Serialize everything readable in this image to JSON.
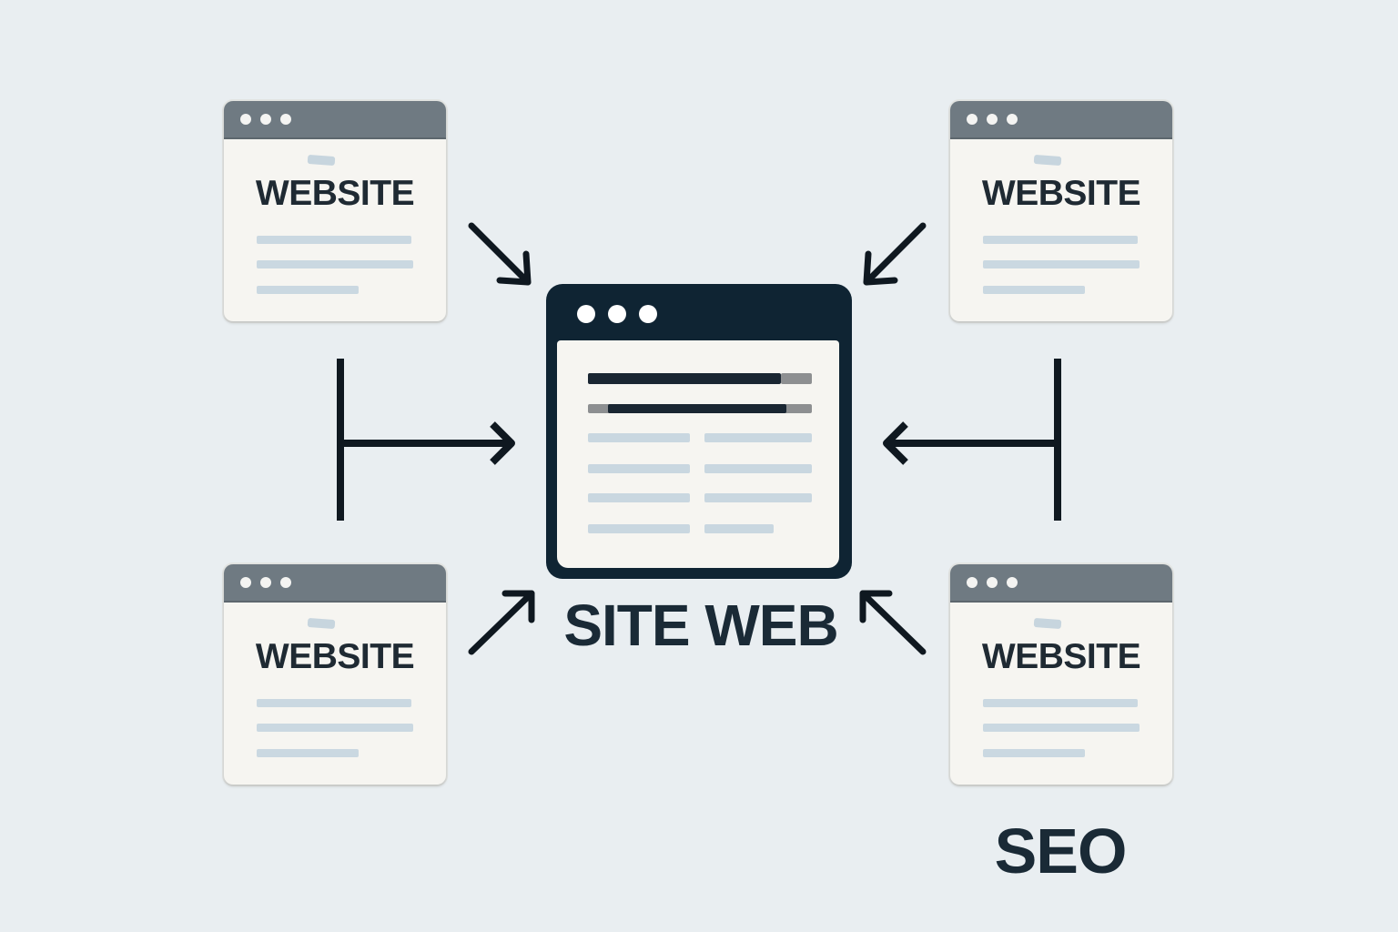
{
  "diagram": {
    "center_label": "SITE WEB",
    "corner_label": "SEO",
    "source_windows": [
      {
        "title": "WEBSITE"
      },
      {
        "title": "WEBSITE"
      },
      {
        "title": "WEBSITE"
      },
      {
        "title": "WEBSITE"
      }
    ]
  },
  "colors": {
    "background": "#e9eef1",
    "dark_navy": "#0f2433",
    "window_bar_gray": "#6f7a82",
    "placeholder_line": "#cad8e1"
  }
}
